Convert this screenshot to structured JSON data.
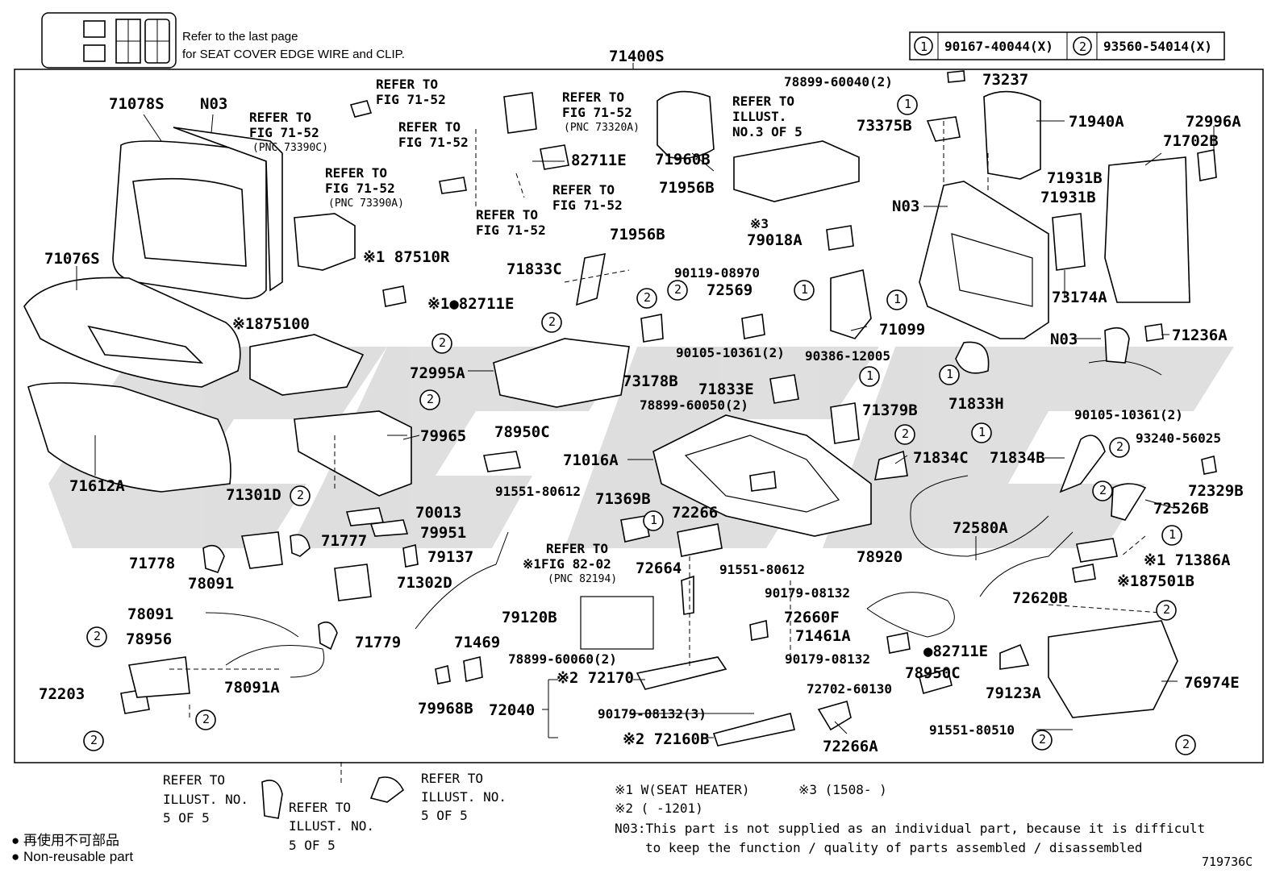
{
  "header": {
    "refer_line1": "Refer to the last page",
    "refer_line2": "for SEAT COVER EDGE WIRE and CLIP.",
    "assembly_number": "71400S",
    "fastener_1_number": "1",
    "fastener_1_part": "90167-40044(X)",
    "fastener_2_number": "2",
    "fastener_2_part": "93560-54014(X)"
  },
  "labels": {
    "p71078S": "71078S",
    "pN03a": "N03",
    "p71076S": "71076S",
    "p71612A": "71612A",
    "r1a": "REFER TO",
    "r1b": "FIG 71-52",
    "r1c": "(PNC 73390C)",
    "r2a": "REFER TO",
    "r2b": "FIG 71-52",
    "r3a": "REFER TO",
    "r3b": "FIG 71-52",
    "r3c": "(PNC 73320A)",
    "r4a": "REFER TO",
    "r4b": "FIG 71-52",
    "r5a": "REFER TO",
    "r5b": "FIG 71-52",
    "r5c": "(PNC 73390A)",
    "r6a": "REFER TO",
    "r6b": "FIG 71-52",
    "r7a": "REFER TO",
    "r7b": "FIG 71-52",
    "p82711E_a": "82711E",
    "p87510R": "※1 87510R",
    "p82711E_b": "※1●82711E",
    "p87510Q": "※1875100",
    "p71960B": "71960B",
    "p71956B_a": "71956B",
    "p71956B_b": "71956B",
    "ill1": "REFER TO",
    "ill2": "ILLUST.",
    "ill3": "NO.3 OF 5",
    "p78899_60040": "78899-60040(2)",
    "p73237": "73237",
    "p73375B": "73375B",
    "p71940A": "71940A",
    "p72996A": "72996A",
    "p71702B": "71702B",
    "p71931B_a": "71931B",
    "p71931B_b": "71931B",
    "pN03b": "N03",
    "p79018A_note": "※3",
    "p79018A": "79018A",
    "p71833C": "71833C",
    "p90119": "90119-08970",
    "p72569": "72569",
    "p71099": "71099",
    "p73174A": "73174A",
    "p72995A": "72995A",
    "p90105_a": "90105-10361(2)",
    "p90386": "90386-12005",
    "pN03c": "N03",
    "p71236A": "71236A",
    "p73178B": "73178B",
    "p71833E": "71833E",
    "p71833H": "71833H",
    "p78899_60050": "78899-60050(2)",
    "p90105_b": "90105-10361(2)",
    "p79965": "79965",
    "p78950C_a": "78950C",
    "p71379B": "71379B",
    "p71016A": "71016A",
    "p71834C": "71834C",
    "p71834B": "71834B",
    "p93240": "93240-56025",
    "p72329B": "72329B",
    "p71301D": "71301D",
    "p91551_a": "91551-80612",
    "p71369B": "71369B",
    "p72526B": "72526B",
    "p70013": "70013",
    "p72266": "72266",
    "p72580A": "72580A",
    "p79951": "79951",
    "p71777": "71777",
    "p71778": "71778",
    "p79137": "79137",
    "p78091_a": "78091",
    "p71302D": "71302D",
    "p72664": "72664",
    "p91551_b": "91551-80612",
    "r8a": "REFER TO",
    "r8b": "※1FIG 82-02",
    "r8c": "(PNC 82194)",
    "p78920": "78920",
    "p71386A": "※1 71386A",
    "p87501B": "※187501B",
    "p72620B": "72620B",
    "p90179_a": "90179-08132",
    "p78091_b": "78091",
    "p79120B": "79120B",
    "p72660F": "72660F",
    "p78956": "78956",
    "p71779": "71779",
    "p71469": "71469",
    "p71461A": "71461A",
    "p82711E_c": "●82711E",
    "p78091A": "78091A",
    "p78899_60060": "78899-60060(2)",
    "p90179_b": "90179-08132",
    "p78950C_b": "78950C",
    "p72203": "72203",
    "p72170": "※2 72170",
    "p72702": "72702-60130",
    "p79123A": "79123A",
    "p76974E": "76974E",
    "p79968B": "79968B",
    "p72040": "72040",
    "p90179_c": "90179-08132(3)",
    "p72266A": "72266A",
    "p91551_c": "91551-80510",
    "p72160B": "※2 72160B"
  },
  "bottom_refs": {
    "a1": "REFER TO",
    "a2": "ILLUST. NO.",
    "a3": "5 OF 5",
    "b1": "REFER TO",
    "b2": "ILLUST. NO.",
    "b3": "5 OF 5",
    "c1": "REFER TO",
    "c2": "ILLUST. NO.",
    "c3": "5 OF 5"
  },
  "notes": {
    "n1": "※1 W(SEAT HEATER)",
    "n3": "※3 (1508-      )",
    "n2": "※2 (      -1201)",
    "n03_line1": "N03:This part is not supplied as an individual part, because it is difficult",
    "n03_line2": "to keep the function / quality of parts assembled / disassembled"
  },
  "legend": {
    "jp": "● 再使用不可部品",
    "en": "● Non-reusable part"
  },
  "figure_id": "719736C",
  "circle_one": "1",
  "circle_two": "2",
  "colors": {
    "line": "#000000",
    "watermark": "#d9d9d9",
    "background": "#ffffff"
  }
}
